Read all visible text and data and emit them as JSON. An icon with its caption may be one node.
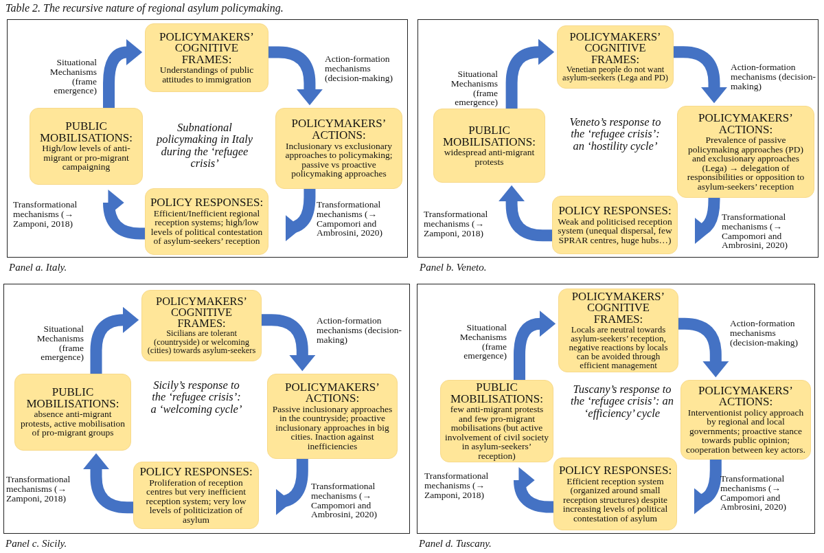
{
  "diagram": {
    "title": "Table 2. The recursive nature of regional asylum policymaking.",
    "nodes": [
      {
        "text": [],
        "shape": "box",
        "beside": [
          "Panel a. Italy."
        ]
      },
      {
        "text": [
          "POLICYMAKERS’ COGNITIVE FRAMES:",
          "Understandings of public attitudes to immigration"
        ],
        "in": 0
      },
      {
        "text": [
          "PUBLIC MOBILISATIONS:",
          "High/low levels of anti-migrant or pro-migrant campaigning"
        ],
        "in": 0
      },
      {
        "text": [
          "POLICYMAKERS’ ACTIONS:",
          "Inclusionary vs exclusionary approaches to policymaking; passive vs proactive policymaking approaches"
        ],
        "in": 0
      },
      {
        "text": [
          "POLICY RESPONSES:",
          "Efficient/Inefficient regional reception systems; high/low levels of political contestation of asylum-seekers’ reception"
        ],
        "in": 0
      },
      {
        "text": [],
        "shape": "box",
        "beside": [
          "Panel b. Veneto."
        ]
      },
      {
        "text": [
          "POLICYMAKERS’ COGNITIVE FRAMES:",
          "Venetian people do not want asylum-seekers (Lega and PD)"
        ],
        "in": 5
      },
      {
        "text": [
          "PUBLIC MOBILISATIONS:",
          "widespread anti-migrant protests"
        ],
        "in": 5
      },
      {
        "text": [
          "POLICYMAKERS’ ACTIONS:",
          "Prevalence of passive policymaking approaches (PD) and exclusionary approaches (Lega) → delegation of responsibilities or opposition to asylum-seekers’ reception"
        ],
        "in": 5
      },
      {
        "text": [
          "POLICY RESPONSES:",
          "Weak and politicised reception system (unequal dispersal, few SPRAR centres, huge hubs…)"
        ],
        "in": 5
      },
      {
        "text": [],
        "shape": "box",
        "beside": [
          "Panel c. Sicily."
        ]
      },
      {
        "text": [
          "POLICYMAKERS’ COGNITIVE FRAMES:",
          "Sicilians are tolerant (countryside) or welcoming (cities) towards asylum-seekers"
        ],
        "in": 10
      },
      {
        "text": [
          "PUBLIC MOBILISATIONS:",
          "absence anti-migrant protests, active mobilisation of pro-migrant groups"
        ],
        "in": 10
      },
      {
        "text": [
          "POLICYMAKERS’ ACTIONS:",
          "Passive inclusionary approaches in the countryside; proactive inclusionary approaches in big cities. Inaction against inefficiencies"
        ],
        "in": 10
      },
      {
        "text": [
          "POLICY RESPONSES:",
          "Proliferation of reception centres but very inefficient reception system; very low levels of politicization of asylum"
        ],
        "in": 10
      },
      {
        "text": [],
        "shape": "box",
        "beside": [
          "Panel d. Tuscany."
        ]
      },
      {
        "text": [
          "POLICYMAKERS’ COGNITIVE FRAMES:",
          "Locals are neutral towards asylum-seekers’ reception, negative reactions by locals can be avoided through efficient management"
        ],
        "in": 15
      },
      {
        "text": [
          "PUBLIC MOBILISATIONS:",
          "few anti-migrant protests and few pro-migrant mobilisations (but active involvement of civil society in asylum-seekers’ reception)"
        ],
        "in": 15
      },
      {
        "text": [
          "POLICYMAKERS’ ACTIONS:",
          "Interventionist policy approach by regional and local governments; proactive stance towards public opinion; cooperation between key actors."
        ],
        "in": 15
      },
      {
        "text": [
          "POLICY RESPONSES:",
          "Efficient reception system (organized around small reception structures) despite increasing levels of political contestation of asylum"
        ],
        "in": 15
      }
    ],
    "edges": [
      {
        "from": 2,
        "to": 1,
        "arrow": "to",
        "label": "Situational Mechanisms (frame emergence)"
      },
      {
        "from": 1,
        "to": 3,
        "arrow": "to",
        "label": "Action-formation mechanisms (decision-making)"
      },
      {
        "from": 3,
        "to": 4,
        "arrow": "to",
        "label": "Transformational mechanisms (→ Campomori and Ambrosini, 2020)"
      },
      {
        "from": 4,
        "to": 2,
        "arrow": "to",
        "label": "Transformational mechanisms (→ Zamponi, 2018)"
      },
      {
        "from": 7,
        "to": 6,
        "arrow": "to",
        "label": "Situational Mechanisms (frame emergence)"
      },
      {
        "from": 6,
        "to": 8,
        "arrow": "to",
        "label": "Action-formation mechanisms (decision-making)"
      },
      {
        "from": 8,
        "to": 9,
        "arrow": "to",
        "label": "Transformational mechanisms (→ Campomori and Ambrosini, 2020)"
      },
      {
        "from": 9,
        "to": 7,
        "arrow": "to",
        "label": "Transformational mechanisms (→ Zamponi, 2018)"
      },
      {
        "from": 12,
        "to": 11,
        "arrow": "to",
        "label": "Situational Mechanisms (frame emergence)"
      },
      {
        "from": 11,
        "to": 13,
        "arrow": "to",
        "label": "Action-formation mechanisms (decision-making)"
      },
      {
        "from": 13,
        "to": 14,
        "arrow": "to",
        "label": "Transformational mechanisms (→ Campomori and Ambrosini, 2020)"
      },
      {
        "from": 14,
        "to": 12,
        "arrow": "to",
        "label": "Transformational mechanisms (→ Zamponi, 2018)"
      },
      {
        "from": 17,
        "to": 16,
        "arrow": "to",
        "label": "Situational Mechanisms (frame emergence)"
      },
      {
        "from": 16,
        "to": 18,
        "arrow": "to",
        "label": "Action-formation mechanisms (decision-making)"
      },
      {
        "from": 18,
        "to": 19,
        "arrow": "to",
        "label": "Transformational mechanisms (→ Campomori and Ambrosini, 2020)"
      },
      {
        "from": 19,
        "to": 17,
        "arrow": "to",
        "label": "Transformational mechanisms (→ Zamponi, 2018)"
      }
    ],
    "labels": [
      "Subnational policymaking in Italy during the ‘refugee crisis’",
      "Veneto’s response to the ‘refugee crisis’: an ‘hostility cycle’",
      "Sicily’s response to the ‘refugee crisis’: a ‘welcoming cycle’",
      "Tuscany’s response to the ‘refugee crisis’: an ‘efficiency’ cycle"
    ]
  }
}
